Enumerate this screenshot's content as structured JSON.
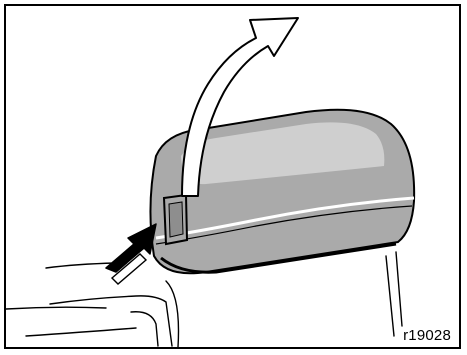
{
  "figure": {
    "reference_code": "r19028",
    "depicts": [
      "vehicle-armrest-console-lid",
      "open-up-arrow",
      "release-push-arrow"
    ],
    "colors": {
      "lid_fill": "#aaaaaa",
      "lid_highlight": "#cfcfcf",
      "arrow_fill": "#ffffff",
      "push_arrow_fill": "#000000",
      "outline": "#000000"
    }
  }
}
